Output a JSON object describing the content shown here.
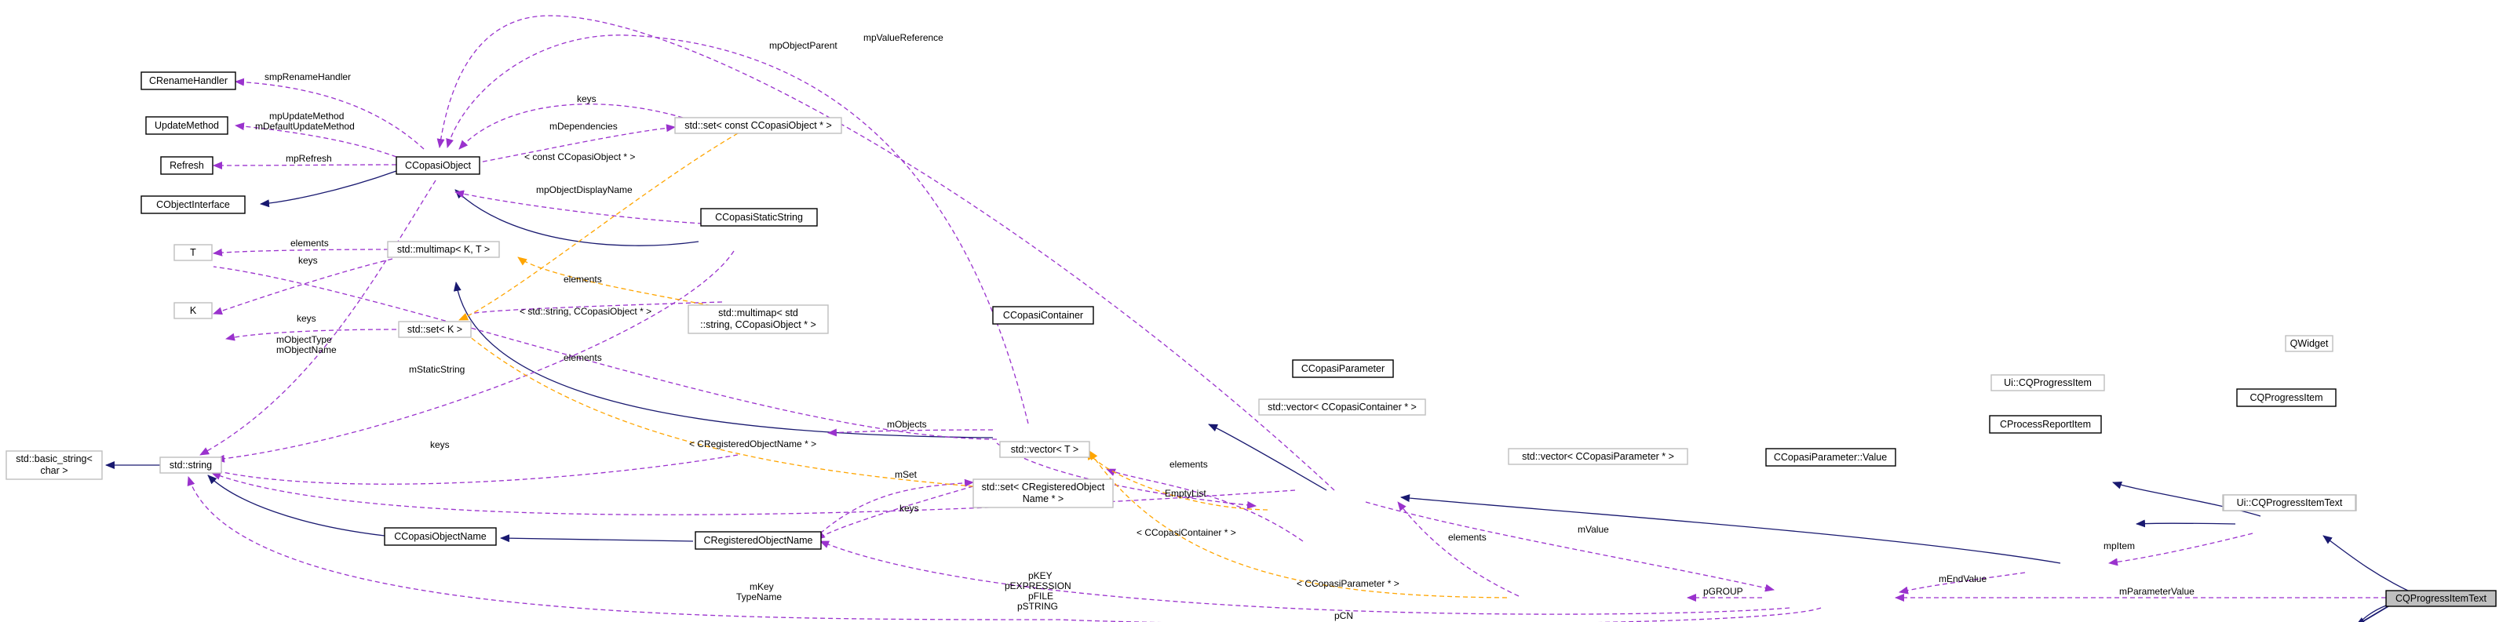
{
  "colors": {
    "inherit": "#191970",
    "usage": "#9a32cd",
    "template": "#ffa500",
    "node_border_documented": "#000000",
    "node_border_external": "#bfbfbf",
    "highlight_fill": "#bfbfbf"
  },
  "nodes": {
    "CQProgressItemText": "CQProgressItemText",
    "UiCQProgressItemText": "Ui::CQProgressItemText",
    "CQProgressItem": "CQProgressItem",
    "QWidget": "QWidget",
    "UiCQProgressItem": "Ui::CQProgressItem",
    "CProcessReportItem": "CProcessReportItem",
    "CCopasiParameterValue": "CCopasiParameter::Value",
    "vectorCCopasiParameter": "std::vector< CCopasiParameter * >",
    "CCopasiParameter": "CCopasiParameter",
    "vectorCCopasiContainer": "std::vector< CCopasiContainer * >",
    "CCopasiContainer": "CCopasiContainer",
    "vectorT": "std::vector< T >",
    "setCRegisteredObjectName_line1": "std::set< CRegisteredObject",
    "setCRegisteredObjectName_line2": "Name * >",
    "CRegisteredObjectName": "CRegisteredObjectName",
    "CCopasiObjectName": "CCopasiObjectName",
    "stdString": "std::string",
    "basicString_line1": "std::basic_string<",
    "basicString_line2": "char >",
    "multimapStdString_line1": "std::multimap< std",
    "multimapStdString_line2": "::string, CCopasiObject * >",
    "multimapKT": "std::multimap< K, T >",
    "setK": "std::set< K >",
    "T": "T",
    "K": "K",
    "CCopasiStaticString": "CCopasiStaticString",
    "setConstCCopasiObject": "std::set< const CCopasiObject * >",
    "CCopasiObject": "CCopasiObject",
    "CRenameHandler": "CRenameHandler",
    "UpdateMethod": "UpdateMethod",
    "Refresh": "Refresh",
    "CObjectInterface": "CObjectInterface"
  },
  "edge_labels": {
    "mParameterValue": "mParameterValue",
    "mpItem": "mpItem",
    "mEndValue": "mEndValue",
    "mValue": "mValue",
    "pGROUP": "pGROUP",
    "pCN": "pCN",
    "elements_vecParam": "elements",
    "elements_vecCont": "elements",
    "EmptyList": "EmptyList",
    "mObjects": "mObjects",
    "vecT_CCopasiParameter": "< CCopasiParameter * >",
    "vecT_CCopasiContainer": "< CCopasiContainer * >",
    "mSet": "mSet",
    "keys_set": "keys",
    "mKey_line1": "mKey",
    "mKey_line2": "TypeName",
    "pStr_line1": "pKEY",
    "pStr_line2": "pEXPRESSION",
    "pStr_line3": "pFILE",
    "pStr_line4": "pSTRING",
    "keys_string": "keys",
    "mStaticString": "mStaticString",
    "mObjectType_line1": "mObjectType",
    "mObjectName_line2": "mObjectName",
    "elements_mm": "elements",
    "keys_setK": "keys",
    "elements_T": "elements",
    "keys_K": "keys",
    "tpl_stdstring": "< std::string, CCopasiObject * >",
    "tpl_CRegistered": "< CRegisteredObjectName * >",
    "tpl_constCCopasi": "< const CCopasiObject * >",
    "mpObjectDisplayName": "mpObjectDisplayName",
    "mDependencies": "mDependencies",
    "keys_top": "keys",
    "mpObjectParent": "mpObjectParent",
    "mpValueReference": "mpValueReference",
    "smpRenameHandler": "smpRenameHandler",
    "mpUpdateMethod_line1": "mpUpdateMethod",
    "mpUpdateMethod_line2": "mDefaultUpdateMethod",
    "mpRefresh": "mpRefresh",
    "elements_extra": "elements"
  }
}
